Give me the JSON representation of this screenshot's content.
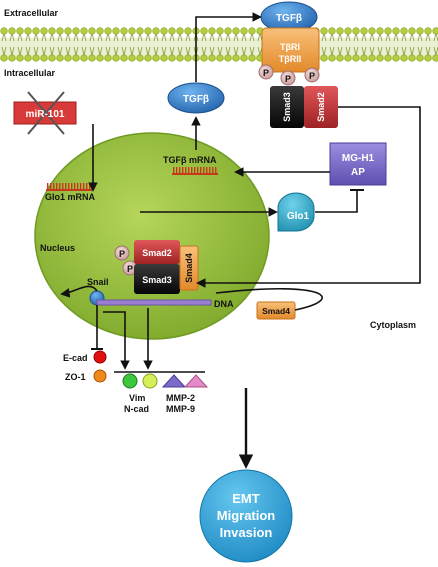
{
  "compartments": {
    "extracellular": "Extracellular",
    "intracellular": "Intracellular",
    "nucleus": "Nucleus",
    "cytoplasm": "Cytoplasm"
  },
  "molecules": {
    "tgfb_top": "TGFβ",
    "tgfb_mid": "TGFβ",
    "receptor_1": "TβRI",
    "receptor_2": "TβRII",
    "phospho": "P",
    "smad3": "Smad3",
    "smad2": "Smad2",
    "smad4": "Smad4",
    "mir101": "miR-101",
    "glo1_mrna": "Glo1 mRNA",
    "tgfb_mrna": "TGFβ mRNA",
    "mgh1_line1": "MG-H1",
    "mgh1_line2": "AP",
    "glo1": "Glo1",
    "snail": "Snail",
    "dna": "DNA",
    "ecad": "E-cad",
    "zo1": "ZO-1",
    "vim": "Vim",
    "ncad": "N-cad",
    "mmp2": "MMP-2",
    "mmp9": "MMP-9"
  },
  "outcome": {
    "line1": "EMT",
    "line2": "Migration",
    "line3": "Invasion"
  },
  "colors": {
    "membrane_green": "#a8c83a",
    "nucleus_green": "#9cc43c",
    "tgfb_blue": "#2f78c8",
    "receptor_orange": "#f5a347",
    "smad_red": "#c8383a",
    "mgh1_purple": "#7b68c8",
    "glo1_teal": "#2aa9c9",
    "outcome_blue": "#2aa0d8"
  }
}
